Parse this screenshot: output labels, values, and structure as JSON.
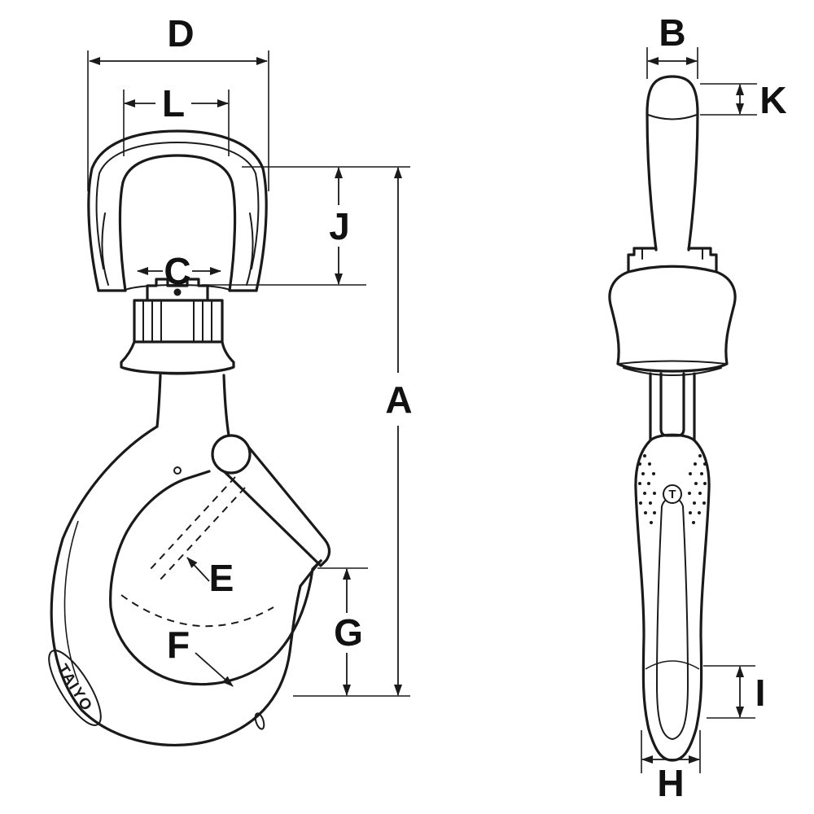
{
  "drawing": {
    "colors": {
      "line": "#1a1a1a",
      "background": "#ffffff"
    },
    "front_view": {
      "dim_labels": {
        "D": "D",
        "L": "L",
        "C": "C",
        "J": "J",
        "A": "A",
        "E": "E",
        "F": "F",
        "G": "G"
      },
      "brand_text": "TAIYO"
    },
    "side_view": {
      "dim_labels": {
        "B": "B",
        "K": "K",
        "I": "I",
        "H": "H"
      },
      "mark_text": "T"
    }
  }
}
